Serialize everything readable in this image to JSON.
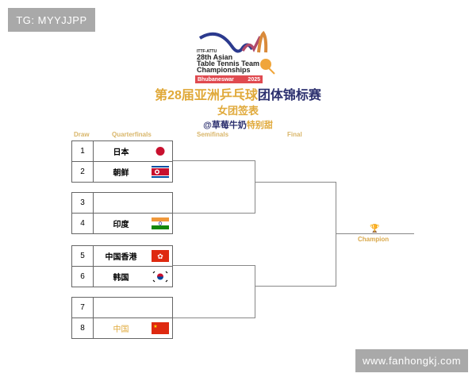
{
  "watermarks": {
    "top_left": "TG: MYYJJPP",
    "bottom_right": "www.fanhongkj.com"
  },
  "logo": {
    "org": "ITTF-ATTU",
    "line1": "28th Asian",
    "line2": "Table Tennis Team",
    "line3": "Championships",
    "city": "Bhubaneswar",
    "year": "2025"
  },
  "title": {
    "part1": "第28届亚洲乒乓球",
    "part2": "团体锦标赛",
    "subtitle": "女团签表",
    "credit_prefix": "@草莓牛奶",
    "credit_suffix": "特别甜"
  },
  "headers": {
    "draw": "Draw",
    "quarterfinals": "Quarterfinals",
    "semifinals": "Semifinals",
    "final": "Final"
  },
  "draw": [
    {
      "num": "1",
      "team": "日本",
      "flag": "japan-flag"
    },
    {
      "num": "2",
      "team": "朝鲜",
      "flag": "north-korea-flag"
    },
    {
      "num": "3",
      "team": "",
      "flag": ""
    },
    {
      "num": "4",
      "team": "印度",
      "flag": "india-flag"
    },
    {
      "num": "5",
      "team": "中国香港",
      "flag": "hong-kong-flag"
    },
    {
      "num": "6",
      "team": "韩国",
      "flag": "south-korea-flag"
    },
    {
      "num": "7",
      "team": "",
      "flag": ""
    },
    {
      "num": "8",
      "team": "中国",
      "flag": "china-flag",
      "highlight": "#e0a93a"
    }
  ],
  "champion": {
    "label": "Champion",
    "icon": "trophy-icon"
  }
}
